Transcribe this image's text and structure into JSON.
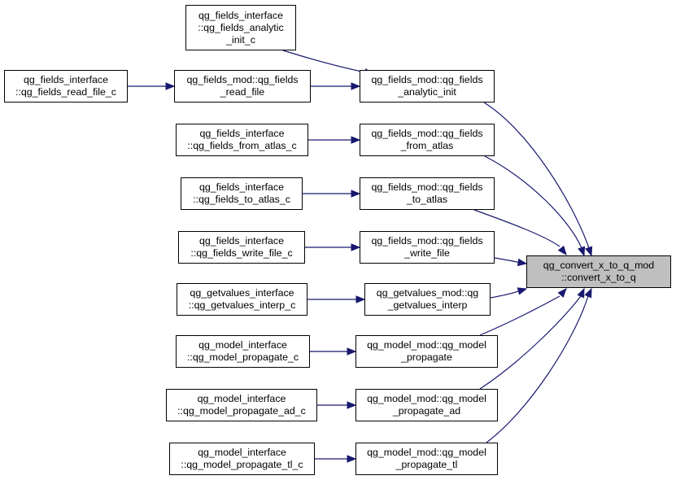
{
  "diagram": {
    "edge_color": "#191970",
    "target_fill": "#bfbfbf",
    "nodes": {
      "target": [
        "qg_convert_x_to_q_mod",
        "::convert_x_to_q"
      ],
      "fields_analytic_init": [
        "qg_fields_mod::qg_fields",
        "_analytic_init"
      ],
      "fields_from_atlas": [
        "qg_fields_mod::qg_fields",
        "_from_atlas"
      ],
      "fields_to_atlas": [
        "qg_fields_mod::qg_fields",
        "_to_atlas"
      ],
      "fields_write_file": [
        "qg_fields_mod::qg_fields",
        "_write_file"
      ],
      "getvalues_interp": [
        "qg_getvalues_mod::qg",
        "_getvalues_interp"
      ],
      "model_propagate": [
        "qg_model_mod::qg_model",
        "_propagate"
      ],
      "model_propagate_ad": [
        "qg_model_mod::qg_model",
        "_propagate_ad"
      ],
      "model_propagate_tl": [
        "qg_model_mod::qg_model",
        "_propagate_tl"
      ],
      "fields_read_file": [
        "qg_fields_mod::qg_fields",
        "_read_file"
      ],
      "iface_analytic_init_c": [
        "qg_fields_interface",
        "::qg_fields_analytic",
        "_init_c"
      ],
      "iface_read_file_c": [
        "qg_fields_interface",
        "::qg_fields_read_file_c"
      ],
      "iface_from_atlas_c": [
        "qg_fields_interface",
        "::qg_fields_from_atlas_c"
      ],
      "iface_to_atlas_c": [
        "qg_fields_interface",
        "::qg_fields_to_atlas_c"
      ],
      "iface_write_file_c": [
        "qg_fields_interface",
        "::qg_fields_write_file_c"
      ],
      "iface_getvalues_interp_c": [
        "qg_getvalues_interface",
        "::qg_getvalues_interp_c"
      ],
      "iface_model_propagate_c": [
        "qg_model_interface",
        "::qg_model_propagate_c"
      ],
      "iface_model_propagate_ad_c": [
        "qg_model_interface",
        "::qg_model_propagate_ad_c"
      ],
      "iface_model_propagate_tl_c": [
        "qg_model_interface",
        "::qg_model_propagate_tl_c"
      ]
    }
  }
}
